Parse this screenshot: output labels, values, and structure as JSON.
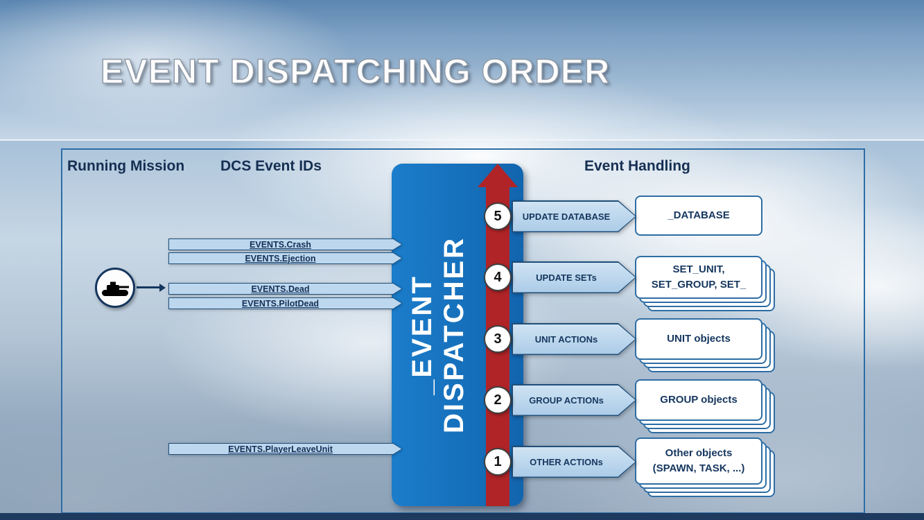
{
  "slide": {
    "title": "EVENT DISPATCHING ORDER"
  },
  "headers": {
    "running_mission": "Running Mission",
    "dcs_event_ids": "DCS Event IDs",
    "event_handling": "Event Handling"
  },
  "dispatcher": {
    "line1": "_EVENT",
    "line2": "DISPATCHER"
  },
  "mission_events": [
    {
      "label": "EVENTS.Crash"
    },
    {
      "label": "EVENTS.Ejection"
    },
    {
      "label": "EVENTS.Dead"
    },
    {
      "label": "EVENTS.PilotDead"
    },
    {
      "label": "EVENTS.PlayerLeaveUnit"
    }
  ],
  "dispatch_steps": [
    {
      "number": "5",
      "action": "UPDATE DATABASE",
      "target": "_DATABASE"
    },
    {
      "number": "4",
      "action": "UPDATE SETs",
      "target": "SET_UNIT,\nSET_GROUP, SET_"
    },
    {
      "number": "3",
      "action": "UNIT ACTIONs",
      "target": "UNIT objects"
    },
    {
      "number": "2",
      "action": "GROUP ACTIONs",
      "target": "GROUP objects"
    },
    {
      "number": "1",
      "action": "OTHER ACTIONs",
      "target": "Other objects\n(SPAWN, TASK, ...)"
    }
  ],
  "colors": {
    "dispatcher_blue": "#1574c4",
    "priority_arrow_red": "#b02427",
    "event_arrow_fill": "#bdd7ee",
    "outline_navy": "#1f4e79",
    "text_navy": "#15365e",
    "footer_bar": "#1e3a5f"
  }
}
